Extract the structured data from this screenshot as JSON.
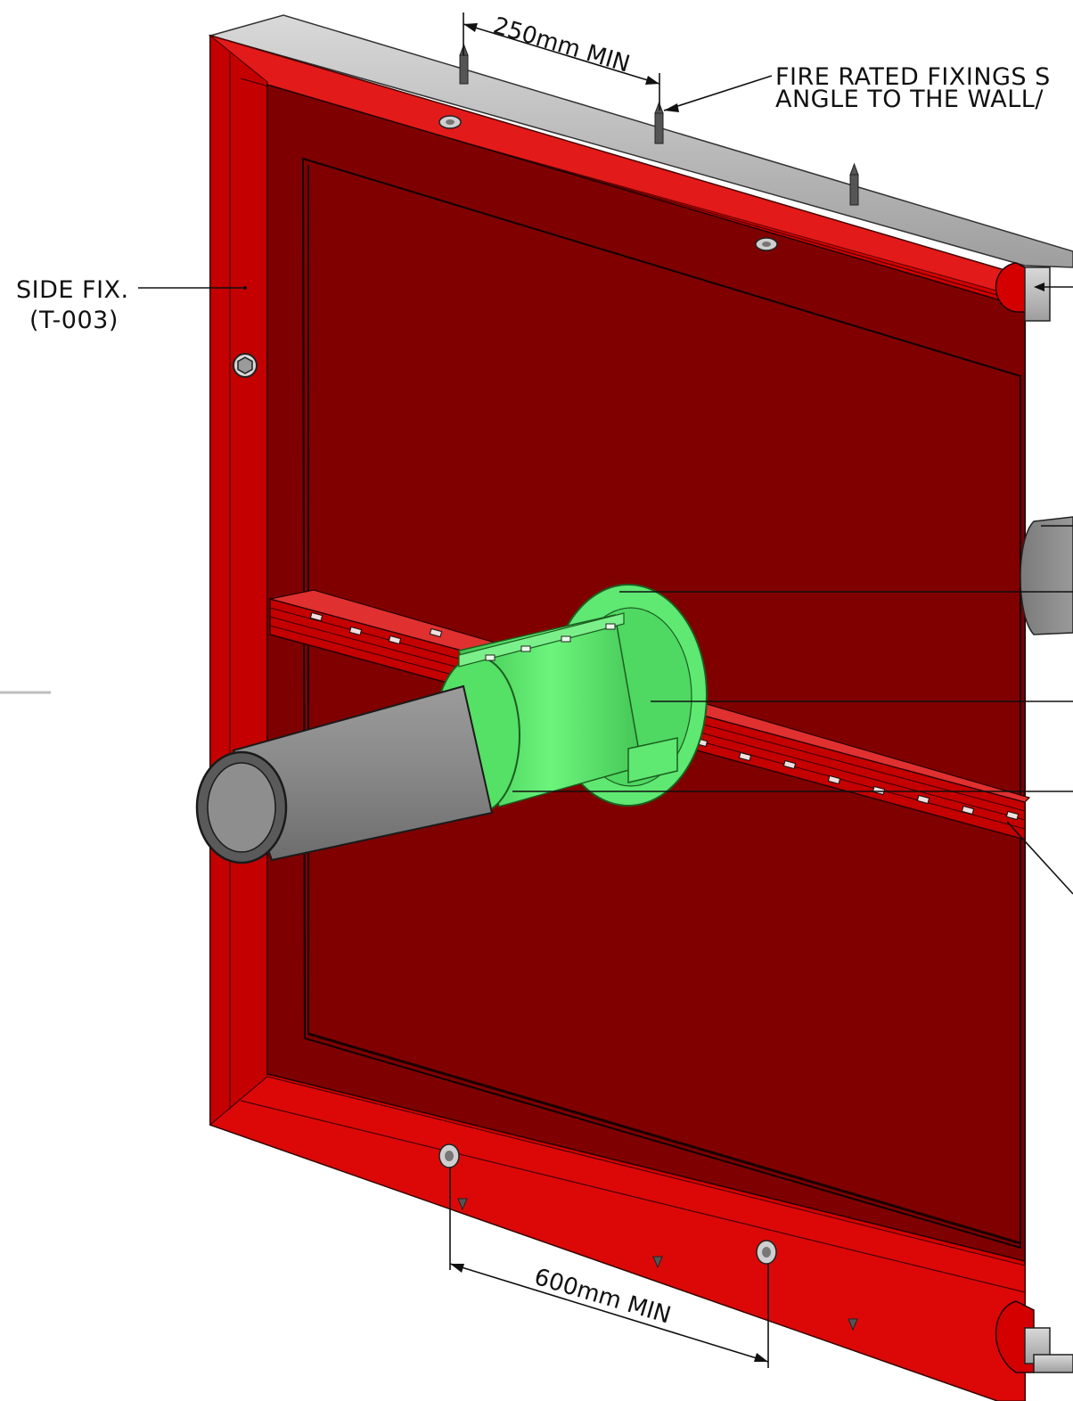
{
  "diagram": {
    "labels": {
      "side_fix_line1": "SIDE FIX.",
      "side_fix_line2": "(T-003)",
      "fire_fixings_line1": "FIRE RATED FIXINGS S",
      "fire_fixings_line2": "ANGLE TO THE WALL/",
      "dim_top": "250mm MIN",
      "dim_bottom": "600mm MIN"
    },
    "colors": {
      "frame_red": "#d40000",
      "panel_dark_red": "#7f0000",
      "collar_green": "#5fe872",
      "pipe_grey": "#8c8c8c",
      "steel_angle": "#b9b9b9"
    }
  }
}
